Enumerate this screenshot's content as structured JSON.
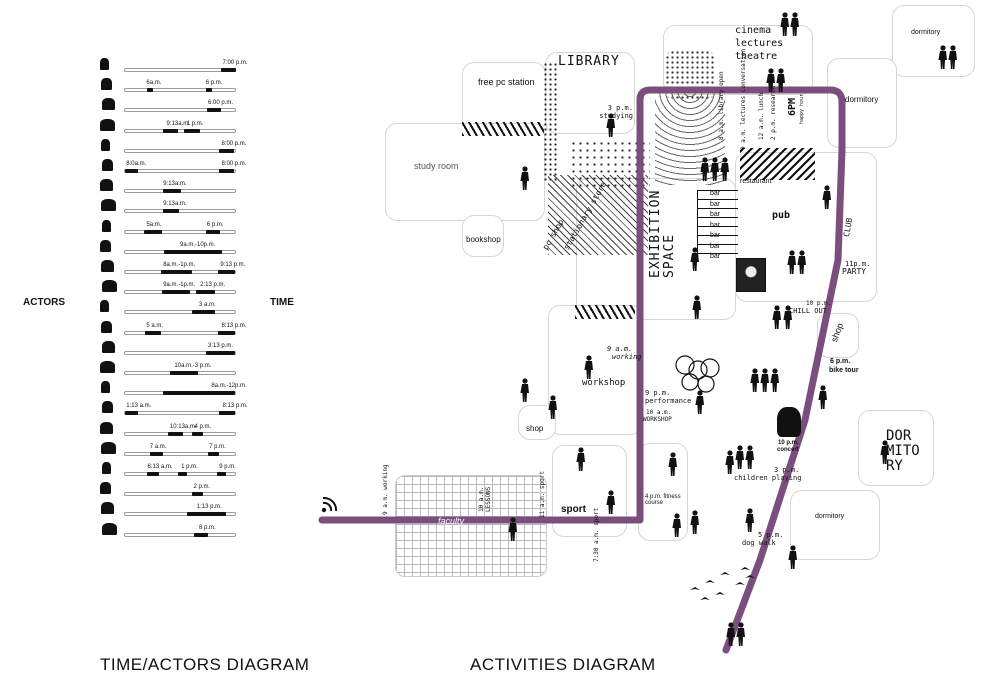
{
  "left_diagram": {
    "actors_label": "ACTORS",
    "time_label": "TIME",
    "title": "TIME/ACTORS DIAGRAM",
    "rows": [
      {
        "labels": [
          {
            "t": "7:00 p.m.",
            "p": 0.88
          }
        ],
        "segments": [
          [
            0.86,
            0.99
          ]
        ]
      },
      {
        "labels": [
          {
            "t": "6a.m.",
            "p": 0.2
          },
          {
            "t": "6 p.m.",
            "p": 0.73
          }
        ],
        "segments": [
          [
            0.2,
            0.25
          ],
          [
            0.72,
            0.78
          ]
        ]
      },
      {
        "labels": [
          {
            "t": "6:00 p.m.",
            "p": 0.75
          }
        ],
        "segments": [
          [
            0.73,
            0.86
          ]
        ]
      },
      {
        "labels": [
          {
            "t": "9:13a.m.",
            "p": 0.38
          },
          {
            "t": "1 p.m.",
            "p": 0.56
          }
        ],
        "segments": [
          [
            0.34,
            0.47
          ],
          [
            0.53,
            0.67
          ]
        ]
      },
      {
        "labels": [
          {
            "t": "8:00 p.m.",
            "p": 0.87
          }
        ],
        "segments": [
          [
            0.84,
            0.97
          ]
        ]
      },
      {
        "labels": [
          {
            "t": "8:0a.m.",
            "p": 0.02
          },
          {
            "t": "8:00 p.m.",
            "p": 0.87
          }
        ],
        "segments": [
          [
            0.0,
            0.12
          ],
          [
            0.84,
            0.97
          ]
        ]
      },
      {
        "labels": [
          {
            "t": "9:13a.m.",
            "p": 0.35
          }
        ],
        "segments": [
          [
            0.34,
            0.5
          ]
        ]
      },
      {
        "labels": [
          {
            "t": "9:13a.m.",
            "p": 0.35
          }
        ],
        "segments": [
          [
            0.34,
            0.48
          ]
        ]
      },
      {
        "labels": [
          {
            "t": "5a.m.",
            "p": 0.2
          },
          {
            "t": "6 p.m.",
            "p": 0.74
          }
        ],
        "segments": [
          [
            0.17,
            0.33
          ],
          [
            0.72,
            0.85
          ]
        ]
      },
      {
        "labels": [
          {
            "t": "9a.m.-10p.m.",
            "p": 0.5
          }
        ],
        "segments": [
          [
            0.35,
            0.87
          ]
        ]
      },
      {
        "labels": [
          {
            "t": "8a.m.-1p.m.",
            "p": 0.35
          },
          {
            "t": "9:13 p.m.",
            "p": 0.86
          }
        ],
        "segments": [
          [
            0.32,
            0.6
          ],
          [
            0.83,
            0.98
          ]
        ]
      },
      {
        "labels": [
          {
            "t": "9a.m.-1p.m.",
            "p": 0.35
          },
          {
            "t": "2:13 p.m.",
            "p": 0.68
          }
        ],
        "segments": [
          [
            0.33,
            0.58
          ],
          [
            0.63,
            0.8
          ]
        ]
      },
      {
        "labels": [
          {
            "t": "3 a.m.",
            "p": 0.67
          }
        ],
        "segments": [
          [
            0.6,
            0.8
          ]
        ]
      },
      {
        "labels": [
          {
            "t": "5 a.m.",
            "p": 0.2
          },
          {
            "t": "8:13 p.m.",
            "p": 0.87
          }
        ],
        "segments": [
          [
            0.18,
            0.32
          ],
          [
            0.83,
            0.98
          ]
        ]
      },
      {
        "labels": [
          {
            "t": "3:13 p.m.",
            "p": 0.75
          }
        ],
        "segments": [
          [
            0.72,
            0.98
          ]
        ]
      },
      {
        "labels": [
          {
            "t": "10a.m.-3 p.m.",
            "p": 0.45
          }
        ],
        "segments": [
          [
            0.4,
            0.65
          ]
        ]
      },
      {
        "labels": [
          {
            "t": "8a.m.-12p.m.",
            "p": 0.78
          }
        ],
        "segments": [
          [
            0.34,
            0.98
          ]
        ]
      },
      {
        "labels": [
          {
            "t": "1:13 a.m.",
            "p": 0.02
          },
          {
            "t": "8:13 p.m.",
            "p": 0.88
          }
        ],
        "segments": [
          [
            0.0,
            0.12
          ],
          [
            0.84,
            0.98
          ]
        ]
      },
      {
        "labels": [
          {
            "t": "10:13a.m.",
            "p": 0.41
          },
          {
            "t": "4 p.m.",
            "p": 0.63
          }
        ],
        "segments": [
          [
            0.38,
            0.52
          ],
          [
            0.6,
            0.7
          ]
        ]
      },
      {
        "labels": [
          {
            "t": "7 a.m.",
            "p": 0.23
          },
          {
            "t": "7 p.m.",
            "p": 0.76
          }
        ],
        "segments": [
          [
            0.22,
            0.34
          ],
          [
            0.74,
            0.84
          ]
        ]
      },
      {
        "labels": [
          {
            "t": "6:13 a.m.",
            "p": 0.21
          },
          {
            "t": "1 p.m.",
            "p": 0.51
          },
          {
            "t": "9 p.m.",
            "p": 0.85
          }
        ],
        "segments": [
          [
            0.2,
            0.3
          ],
          [
            0.47,
            0.55
          ],
          [
            0.82,
            0.9
          ]
        ]
      },
      {
        "labels": [
          {
            "t": "2 p.m.",
            "p": 0.62
          }
        ],
        "segments": [
          [
            0.6,
            0.7
          ]
        ]
      },
      {
        "labels": [
          {
            "t": "1:13 p.m.",
            "p": 0.65
          }
        ],
        "segments": [
          [
            0.55,
            0.9
          ]
        ]
      },
      {
        "labels": [
          {
            "t": "8 p.m.",
            "p": 0.67
          }
        ],
        "segments": [
          [
            0.62,
            0.74
          ]
        ]
      }
    ]
  },
  "right_diagram": {
    "title": "ACTIVITIES DIAGRAM",
    "places": {
      "library": "LIBRARY",
      "free_pc": "free pc station",
      "study_room": "study room",
      "bookshop": "bookshop",
      "pc_shop": "pc shop",
      "stationery": "stationary store",
      "exhibition": "EXHIBITION",
      "exhibition2": "SPACE",
      "cinema": "cinema",
      "lectures": "lectures",
      "theatre": "theatre",
      "dormitory1": "dormitory",
      "dormitory2": "dormitory",
      "dormitory3": "dormitory",
      "restaurant": "restaurant",
      "pub": "pub",
      "club": "CLUB",
      "bar": "bar",
      "workshop": "workshop",
      "shop1": "shop",
      "shop2": "shop",
      "sport": "sport",
      "faculty": "faculty",
      "dorm_big1": "DOR",
      "dorm_big2": "MITO",
      "dorm_big3": "RY"
    },
    "events": {
      "studying": "3 p.m. studying",
      "library_open": "8 a.m. library open",
      "lectures_conv": "9 a.m. lectures conversation",
      "lunch": "12 a.m. lunch",
      "research": "2 p.m. research",
      "six_pm": "6PM",
      "happy_hour": "happy hour",
      "party_time": "11p.m.",
      "party": "PARTY",
      "chill_time": "10 p.m.",
      "chill": "CHILL OUT",
      "working_time": "9 a.m.",
      "working": "working",
      "performance": "9 p.m. performance",
      "workshop_time": "10 a.m.",
      "workshop_ev": "WORKSHOP",
      "bike_time": "6 p.m.",
      "bike": "bike tour",
      "concert_time": "10 p.m.",
      "concert": "concert",
      "children_time": "3 p.m.",
      "children": "children playing",
      "fitness": "4 p.m. fitness course",
      "dog_time": "5 p.m.",
      "dog": "dog walk",
      "sport_time": "11 a.m. sport",
      "sport2_time": "7:30 a.m. sport",
      "lessons_time": "10 a.m.",
      "lessons": "LESSONS",
      "working2": "9 a.m. working"
    }
  },
  "colors": {
    "path": "#7a4f7e",
    "ink": "#111111",
    "line": "#d6d6d6"
  }
}
